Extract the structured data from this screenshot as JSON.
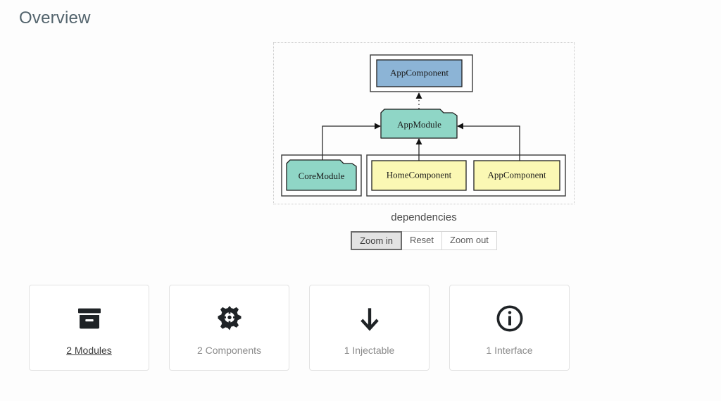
{
  "page": {
    "title": "Overview",
    "background_color": "#fdfdfd"
  },
  "diagram": {
    "caption": "dependencies",
    "colors": {
      "component_blue": "#8cb4d6",
      "module_teal": "#8fd6c6",
      "component_yellow": "#fbf8b4",
      "stroke": "#1a1a1a",
      "container_stroke": "#4a4a4a",
      "boundary_dotted": "#c9c9c9"
    },
    "nodes": [
      {
        "id": "app-component-top",
        "label": "AppComponent",
        "shape": "rect",
        "fill": "#8cb4d6"
      },
      {
        "id": "app-module",
        "label": "AppModule",
        "shape": "folder",
        "fill": "#8fd6c6"
      },
      {
        "id": "core-module",
        "label": "CoreModule",
        "shape": "folder",
        "fill": "#8fd6c6"
      },
      {
        "id": "home-component",
        "label": "HomeComponent",
        "shape": "rect",
        "fill": "#fbf8b4"
      },
      {
        "id": "app-component-bottom",
        "label": "AppComponent",
        "shape": "rect",
        "fill": "#fbf8b4"
      }
    ],
    "edges": [
      {
        "from": "app-module",
        "to": "app-component-top",
        "style": "dotted"
      },
      {
        "from": "core-module",
        "to": "app-module",
        "style": "solid"
      },
      {
        "from": "home-component",
        "to": "app-module",
        "style": "solid"
      },
      {
        "from": "app-component-bottom",
        "to": "app-module",
        "style": "solid"
      }
    ]
  },
  "zoom_controls": {
    "buttons": [
      {
        "label": "Zoom in",
        "active": true
      },
      {
        "label": "Reset",
        "active": false
      },
      {
        "label": "Zoom out",
        "active": false
      }
    ]
  },
  "stat_cards": [
    {
      "icon": "archive-icon",
      "label": "2 Modules",
      "hovered": true
    },
    {
      "icon": "cog-icon",
      "label": "2 Components",
      "hovered": false
    },
    {
      "icon": "arrow-down-icon",
      "label": "1 Injectable",
      "hovered": false
    },
    {
      "icon": "info-circle-icon",
      "label": "1 Interface",
      "hovered": false
    }
  ]
}
